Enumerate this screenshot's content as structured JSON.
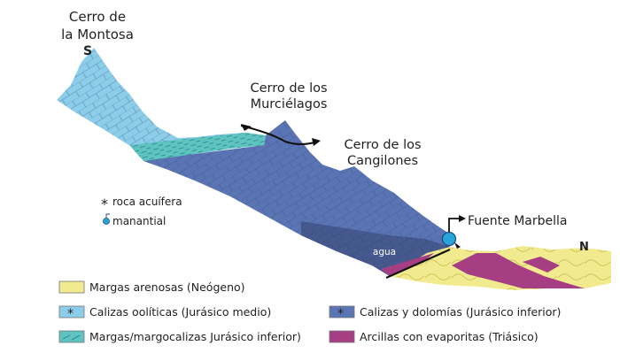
{
  "labels": {
    "montosa": [
      "Cerro de",
      "la Montosa"
    ],
    "south": "S",
    "north": "N",
    "murcielagos": [
      "Cerro de los",
      "Murciélagos"
    ],
    "cangilones": [
      "Cerro de los",
      "Cangilones"
    ],
    "fuente": "Fuente Marbella",
    "agua": "agua"
  },
  "symbols": {
    "aquifer": "roca acuífera",
    "spring": "manantial",
    "aquifer_icon": "asterisk-icon",
    "spring_icon": "spring-drop-icon"
  },
  "legend": [
    {
      "label": "Margas arenosas (Neógeno)",
      "color": "#f1ea8e",
      "pattern": "plain"
    },
    {
      "label": "Calizas oolíticas (Jurásico medio)",
      "color": "#8ccdea",
      "pattern": "asterisk"
    },
    {
      "label": "Calizas y dolomías (Jurásico inferior)",
      "color": "#5a74b4",
      "pattern": "asterisk"
    },
    {
      "label": "Margas/margocalizas Jurásico inferior)",
      "color": "#5dc4c2",
      "pattern": "dash"
    },
    {
      "label": "Arcillas con evaporitas (Triásico)",
      "color": "#a63e84",
      "pattern": "plain"
    }
  ],
  "colors": {
    "neogeno": "#f1ea8e",
    "oolitic": "#8ccdea",
    "dolomite": "#5a74b4",
    "dolomite_dark": "#46598f",
    "marl": "#5dc4c2",
    "clay": "#a63e84",
    "spring": "#2aa3dc"
  }
}
